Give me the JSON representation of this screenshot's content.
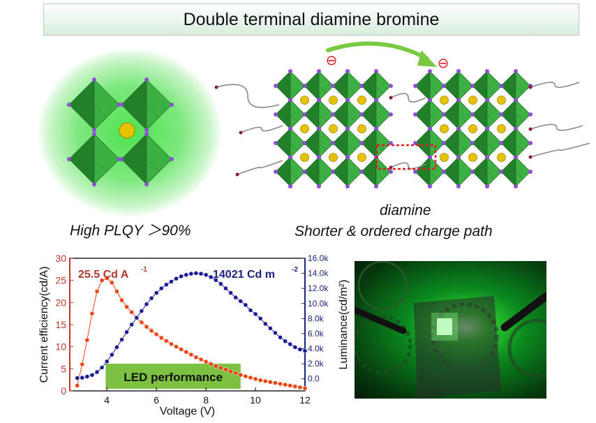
{
  "title": "Double terminal diamine bromine",
  "left_caption": "High PLQY ＞90%",
  "right_caption_1": "diamine",
  "right_caption_2": "Shorter & ordered charge path",
  "charge_symbol": "⊖",
  "colors": {
    "octahedron": "#3cb043",
    "octahedron_dark": "#23802a",
    "bromide": "#8e4fd6",
    "cation": "#e6c200",
    "arrow": "#7ac943",
    "dashed_box": "#e02020",
    "ce_series": "#ee4411",
    "lum_series": "#1a1a99",
    "ce_axis": "#c0392b",
    "lum_axis": "#1a237e",
    "led_box": "#7cc142"
  },
  "chart_data": {
    "type": "scatter",
    "xlabel": "Voltage (V)",
    "ylabel": "Current efficiency(cd/A)",
    "ylabel_right": "Luminance(cd/m²)",
    "xlim": [
      2.5,
      12
    ],
    "ylim": [
      0,
      30
    ],
    "ylim_right": [
      -1600,
      16000
    ],
    "x_ticks": [
      "4",
      "6",
      "8",
      "10",
      "12"
    ],
    "y_ticks": [
      "0",
      "5",
      "10",
      "15",
      "20",
      "25",
      "30"
    ],
    "y_right_ticks": [
      "0.0",
      "2.0k",
      "4.0k",
      "6.0k",
      "8.0k",
      "10.0k",
      "12.0k",
      "14.0k",
      "16.0k"
    ],
    "annotations": {
      "ce_peak": "25.5 Cd A",
      "ce_peak_sup": "-1",
      "lum_peak": "14021 Cd m",
      "lum_peak_sup": "-2",
      "box_label": "LED performance"
    },
    "series": [
      {
        "axis": "left",
        "x": [
          2.8,
          3.0,
          3.2,
          3.4,
          3.6,
          3.8,
          4.0,
          4.2,
          4.4,
          4.6,
          4.8,
          5.0,
          5.2,
          5.4,
          5.6,
          5.8,
          6.0,
          6.2,
          6.4,
          6.6,
          6.8,
          7.0,
          7.2,
          7.4,
          7.6,
          7.8,
          8.0,
          8.2,
          8.4,
          8.6,
          8.8,
          9.0,
          9.2,
          9.4,
          9.6,
          9.8,
          10.0,
          10.2,
          10.4,
          10.6,
          10.8,
          11.0,
          11.2,
          11.4,
          11.6,
          11.8,
          12.0
        ],
        "values": [
          1.2,
          6.0,
          11.5,
          17.5,
          22.5,
          25.0,
          25.5,
          24.5,
          22.5,
          20.5,
          19.0,
          17.8,
          16.5,
          15.5,
          14.5,
          13.6,
          12.8,
          12.0,
          11.3,
          10.6,
          10.0,
          9.4,
          8.8,
          8.2,
          7.6,
          7.1,
          6.6,
          6.1,
          5.6,
          5.2,
          4.8,
          4.4,
          4.0,
          3.6,
          3.3,
          3.0,
          2.7,
          2.4,
          2.2,
          2.0,
          1.8,
          1.6,
          1.4,
          1.2,
          1.0,
          0.8,
          0.6
        ]
      },
      {
        "axis": "right",
        "x": [
          2.8,
          3.0,
          3.2,
          3.4,
          3.6,
          3.8,
          4.0,
          4.2,
          4.4,
          4.6,
          4.8,
          5.0,
          5.2,
          5.4,
          5.6,
          5.8,
          6.0,
          6.2,
          6.4,
          6.6,
          6.8,
          7.0,
          7.2,
          7.4,
          7.6,
          7.8,
          8.0,
          8.2,
          8.4,
          8.6,
          8.8,
          9.0,
          9.2,
          9.4,
          9.6,
          9.8,
          10.0,
          10.2,
          10.4,
          10.6,
          10.8,
          11.0,
          11.2,
          11.4,
          11.6,
          11.8,
          12.0
        ],
        "values": [
          100,
          150,
          300,
          500,
          900,
          1500,
          2300,
          3200,
          4200,
          5200,
          6200,
          7200,
          8100,
          9000,
          9900,
          10700,
          11400,
          12000,
          12500,
          12900,
          13300,
          13600,
          13800,
          13950,
          14021,
          13950,
          13800,
          13500,
          13100,
          12600,
          12000,
          11400,
          10800,
          10300,
          9800,
          9100,
          8600,
          8000,
          7300,
          6700,
          6100,
          5500,
          5000,
          4600,
          4200,
          3900,
          3700
        ]
      }
    ]
  }
}
